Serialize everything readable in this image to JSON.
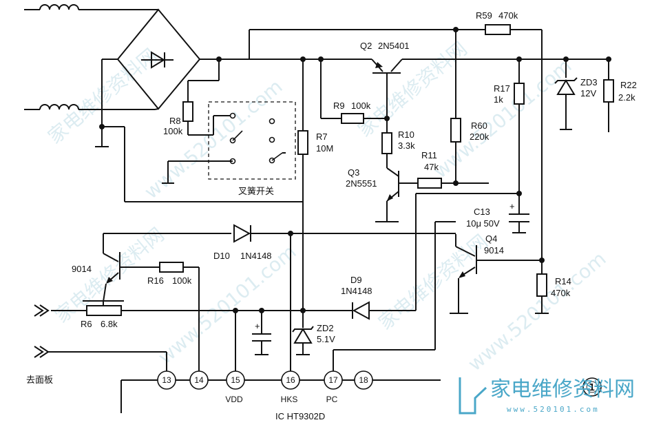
{
  "components": {
    "R8": {
      "ref": "R8",
      "value": "100k"
    },
    "R7": {
      "ref": "R7",
      "value": "10M"
    },
    "R9": {
      "ref": "R9",
      "value": "100k"
    },
    "R10": {
      "ref": "R10",
      "value": "3.3k"
    },
    "R11": {
      "ref": "R11",
      "value": "47k"
    },
    "R59": {
      "ref": "R59",
      "value": "470k"
    },
    "R60": {
      "ref": "R60",
      "value": "220k"
    },
    "R17": {
      "ref": "R17",
      "value": "1k"
    },
    "R22": {
      "ref": "R22",
      "value": "2.2k"
    },
    "R14": {
      "ref": "R14",
      "value": "470k"
    },
    "R16": {
      "ref": "R16",
      "value": "100k"
    },
    "R6": {
      "ref": "R6",
      "value": "6.8k"
    },
    "Q2": {
      "ref": "Q2",
      "part": "2N5401"
    },
    "Q3": {
      "ref": "Q3",
      "part": "2N5551"
    },
    "Q4": {
      "ref": "Q4",
      "part": "9014"
    },
    "Q9014": {
      "part": "9014"
    },
    "ZD3": {
      "ref": "ZD3",
      "value": "12V"
    },
    "ZD2": {
      "ref": "ZD2",
      "value": "5.1V"
    },
    "D10": {
      "ref": "D10",
      "part": "1N4148"
    },
    "D9": {
      "ref": "D9",
      "part": "1N4148"
    },
    "C13": {
      "ref": "C13",
      "value": "10μ 50V"
    },
    "hook_switch": {
      "label": "叉簧开关"
    },
    "to_panel": {
      "label": "去面板"
    }
  },
  "ic": {
    "label": "IC HT9302D",
    "pins": [
      {
        "num": "13",
        "name": ""
      },
      {
        "num": "14",
        "name": ""
      },
      {
        "num": "15",
        "name": "VDD"
      },
      {
        "num": "16",
        "name": "HKS"
      },
      {
        "num": "17",
        "name": "PC"
      },
      {
        "num": "18",
        "name": ""
      }
    ]
  },
  "figure_marker": "①",
  "watermark": {
    "text": "家电维修资料网",
    "url": "www.520101.com",
    "logo_text": "家电维修资料网",
    "logo_sub": "www.520101.com"
  },
  "colors": {
    "ink": "#111111",
    "watermark": "#4aa7c8"
  }
}
